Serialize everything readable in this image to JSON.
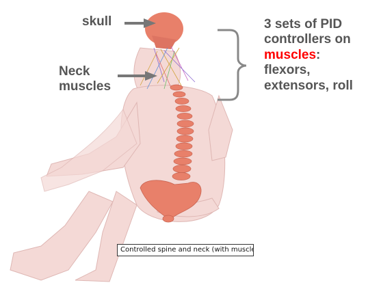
{
  "labels": {
    "skull": "skull",
    "neck_line1": "Neck",
    "neck_line2": "muscles",
    "ctrl_line1": "3 sets of PID",
    "ctrl_line2": "controllers on",
    "ctrl_muscles": "muscles",
    "ctrl_colon": ":",
    "ctrl_line4": "flexors,",
    "ctrl_line5": "extensors, roll"
  },
  "caption": "Controlled spine and neck (with muscles)",
  "colors": {
    "label_text": "#555555",
    "highlight": "#ff0000",
    "bone": "#e8806a",
    "skin": "#f2c6c1",
    "arrow": "#777777"
  }
}
